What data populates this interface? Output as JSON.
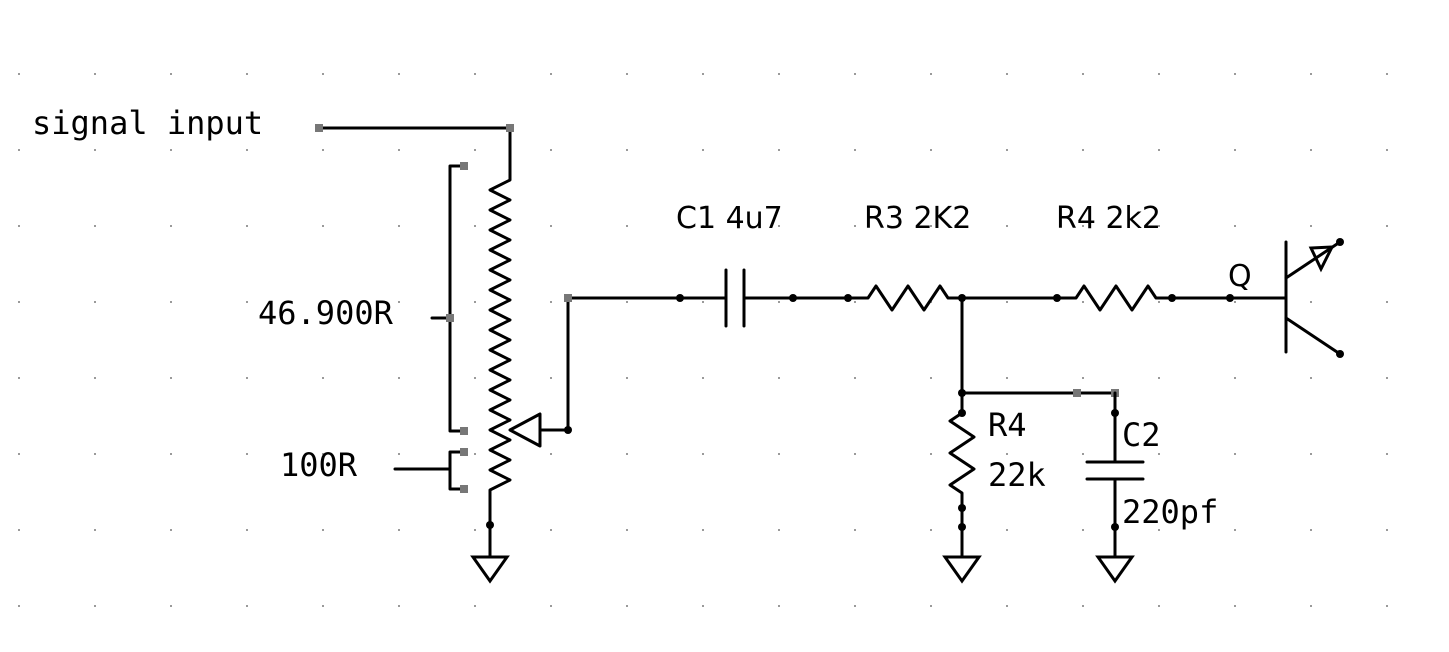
{
  "labels": {
    "signal_input": "signal input",
    "pot_upper": "46.900R",
    "pot_lower": "100R",
    "c1": "C1 4u7",
    "r3": "R3 2K2",
    "r4_series": "R4 2k2",
    "q": "Q",
    "r4_shunt_name": "R4",
    "r4_shunt_value": "22k",
    "c2_name": "C2",
    "c2_value": "220pf"
  },
  "colors": {
    "wire": "#000000",
    "pin": "#777777",
    "grid_dot": "#9a9a9a"
  }
}
